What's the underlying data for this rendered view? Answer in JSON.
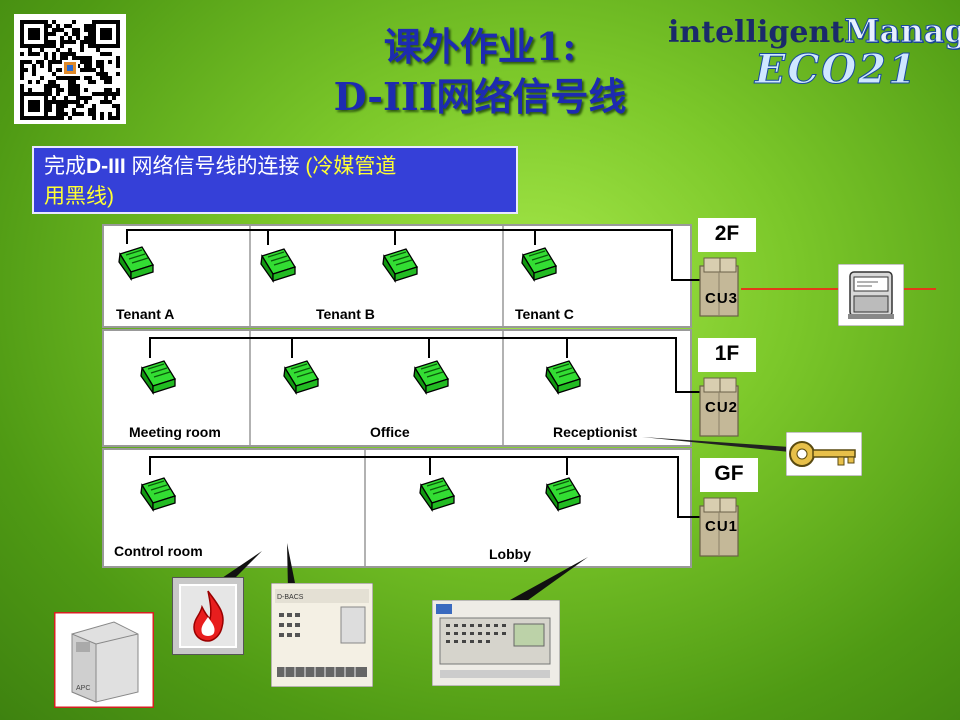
{
  "title": {
    "line1": "课外作业1:",
    "line2": "D-III网络信号线"
  },
  "logo": {
    "brand_a": "intelligent",
    "brand_b": "Manager",
    "sub": "ECO21"
  },
  "instruction": {
    "pre": "完成",
    "bold": "D-III",
    "mid": " 网络信号线的连接 ",
    "hl1": "(冷媒管道",
    "hl2": "用黑线)"
  },
  "floors": {
    "f2": {
      "label": "2F",
      "unit": "CU3",
      "rooms": [
        "Tenant A",
        "Tenant B",
        "Tenant C"
      ]
    },
    "f1": {
      "label": "1F",
      "unit": "CU2",
      "rooms": [
        "Meeting room",
        "Office",
        "Receptionist"
      ]
    },
    "gf": {
      "label": "GF",
      "unit": "CU1",
      "rooms": [
        "Control room",
        "Lobby"
      ]
    }
  },
  "colors": {
    "title": "#1d2bb0",
    "instruction_bg": "#3540d8",
    "highlight": "#ffff33",
    "indoor_unit": "#22cc22",
    "signal_line": "#e23a1a"
  },
  "icons": [
    "qr-code-icon",
    "indoor-unit-icon",
    "outdoor-unit-icon",
    "pc-terminal-icon",
    "key-icon",
    "fire-alarm-icon",
    "ups-icon",
    "controller-board-icon",
    "central-panel-icon"
  ]
}
